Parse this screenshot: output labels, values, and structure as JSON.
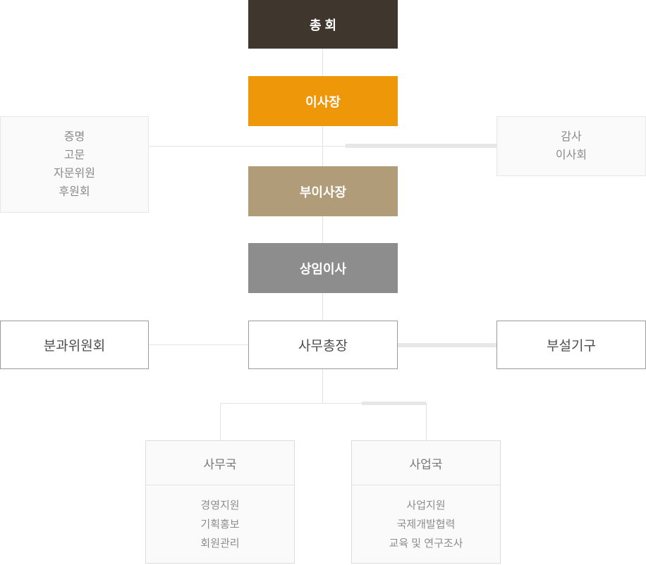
{
  "org": {
    "general_assembly": {
      "label": "총 회"
    },
    "chairman": {
      "label": "이사장"
    },
    "vice_chairman": {
      "label": "부이사장"
    },
    "executive_director": {
      "label": "상임이사"
    },
    "advisory_group": {
      "lines": [
        "증명",
        "고문",
        "자문위원",
        "후원회"
      ]
    },
    "audit_group": {
      "lines": [
        "감사",
        "이사회"
      ]
    },
    "subcommittee": {
      "label": "분과위원회"
    },
    "secretary_general": {
      "label": "사무총장"
    },
    "affiliated_org": {
      "label": "부설기구"
    },
    "secretariat": {
      "title": "사무국",
      "items": [
        "경영지원",
        "기획홍보",
        "회원관리"
      ]
    },
    "business_dept": {
      "title": "사업국",
      "items": [
        "사업지원",
        "국제개발협력",
        "교육 및 연구조사"
      ]
    }
  },
  "colors": {
    "general_assembly_bg": "#3f372d",
    "chairman_bg": "#ee9708",
    "vice_chairman_bg": "#b09c78",
    "executive_director_bg": "#8d8d8d",
    "mid_box_border": "#9b9b9b",
    "light_box_bg": "#fafafa",
    "connector_thin": "#e3e3e3",
    "connector_thick": "#e7e7e7"
  }
}
